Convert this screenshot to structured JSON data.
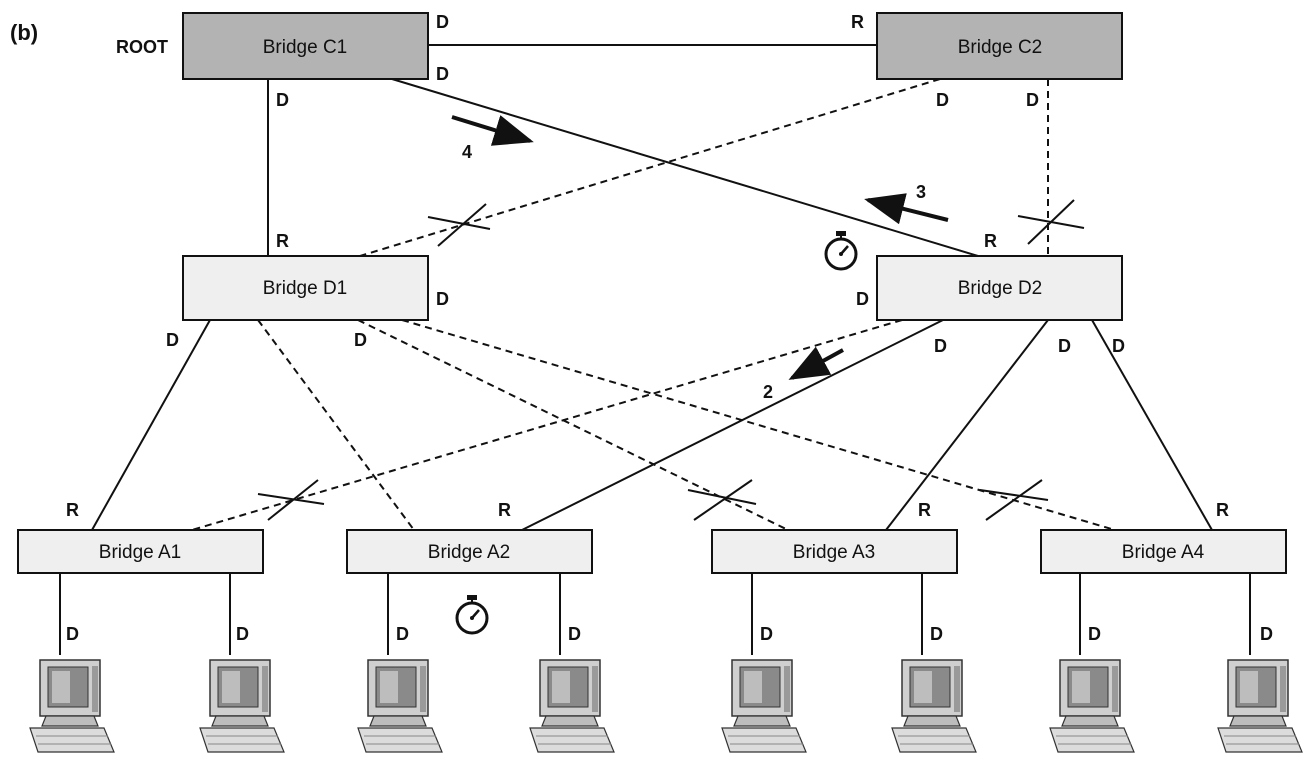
{
  "panel_label": "(b)",
  "root_label": "ROOT",
  "bridges": {
    "c1": "Bridge C1",
    "c2": "Bridge C2",
    "d1": "Bridge D1",
    "d2": "Bridge D2",
    "a1": "Bridge A1",
    "a2": "Bridge A2",
    "a3": "Bridge A3",
    "a4": "Bridge A4"
  },
  "ports": {
    "c1_d1_right": "D",
    "c1_d2_diag": "D",
    "c1_down": "D",
    "c2_c1_left": "R",
    "c2_d1_diag": "D",
    "c2_down": "D",
    "d1_up": "R",
    "d1_right": "D",
    "d1_a1": "D",
    "d1_a3": "D",
    "d2_up": "R",
    "d2_left": "D",
    "d2_a2": "D",
    "d2_a3": "D",
    "d2_a4": "D",
    "a1_up": "R",
    "a2_up": "R",
    "a3_up": "R",
    "a4_up": "R",
    "pc1": "D",
    "pc2": "D",
    "pc3": "D",
    "pc4": "D",
    "pc5": "D",
    "pc6": "D",
    "pc7": "D",
    "pc8": "D"
  },
  "steps": {
    "step2": "2",
    "step3": "3",
    "step4": "4"
  },
  "colors": {
    "core_bridge_fill": "#b3b3b3",
    "bridge_fill": "#efefef",
    "line": "#111111"
  },
  "icons": [
    "stopwatch-icon",
    "computer-icon"
  ]
}
